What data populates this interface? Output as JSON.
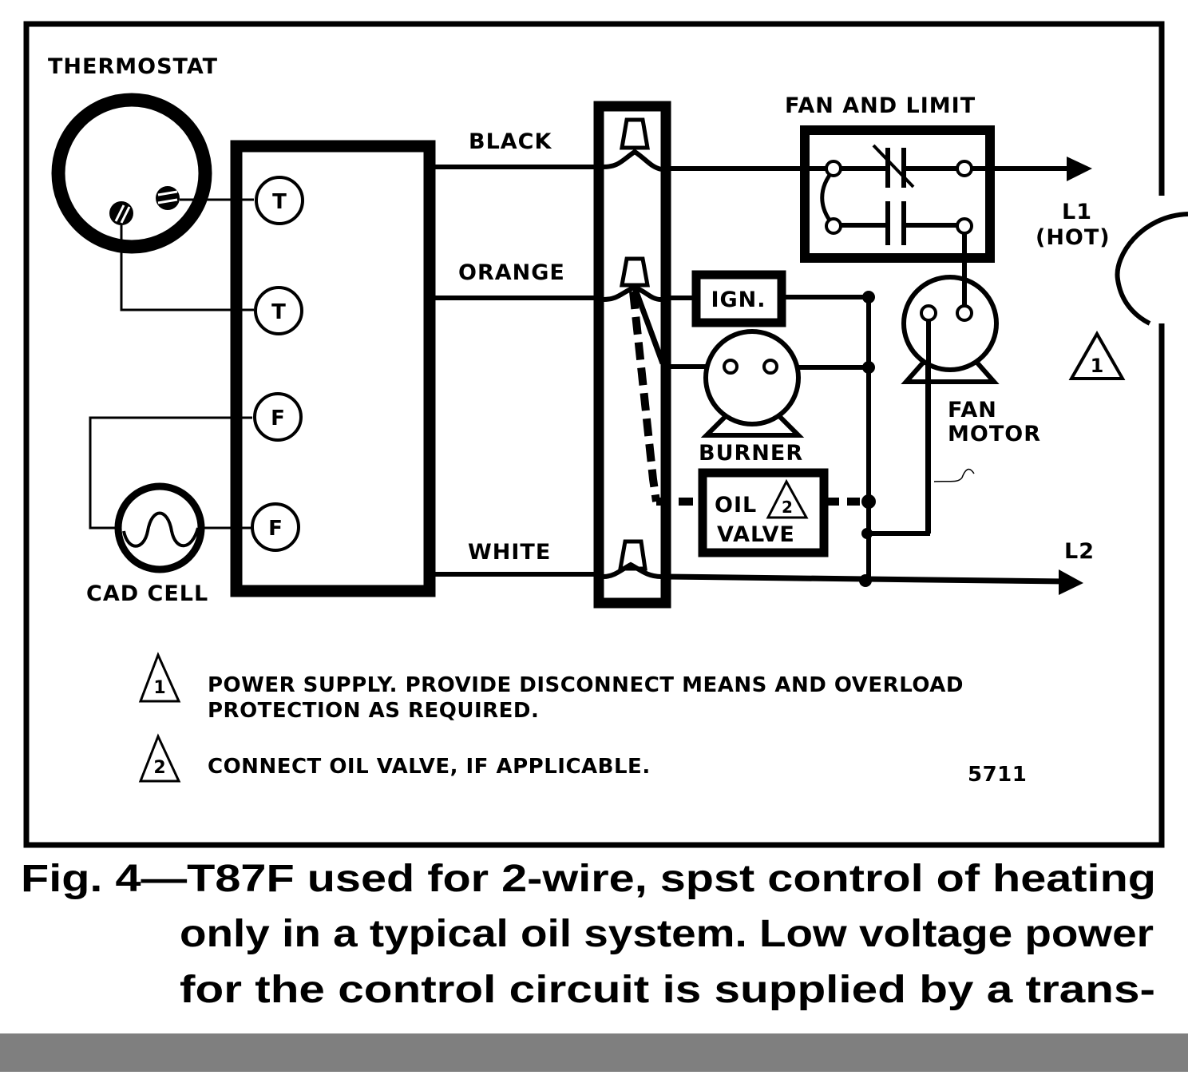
{
  "diagram": {
    "labels": {
      "thermostat": "THERMOSTAT",
      "cad_cell": "CAD CELL",
      "black": "BLACK",
      "orange": "ORANGE",
      "white": "WHITE",
      "fan_and_limit": "FAN AND LIMIT",
      "l1": "L1",
      "hot": "(HOT)",
      "l2": "L2",
      "ign": "IGN.",
      "burner": "BURNER",
      "oil": "OIL",
      "valve": "VALVE",
      "fan": "FAN",
      "motor": "MOTOR",
      "drawing_number": "5711"
    },
    "terminals": [
      "T",
      "T",
      "F",
      "F"
    ],
    "markers": {
      "power_supply": "1",
      "oil_valve": "2"
    },
    "notes": [
      {
        "marker": "1",
        "lines": [
          "POWER SUPPLY. PROVIDE DISCONNECT MEANS AND OVERLOAD",
          "PROTECTION AS REQUIRED."
        ]
      },
      {
        "marker": "2",
        "lines": [
          "CONNECT OIL VALVE, IF APPLICABLE."
        ]
      }
    ]
  },
  "caption": {
    "lines": [
      "Fig. 4—T87F  used  for  2-wire,  spst  control  of  heating",
      "only  in  a  typical  oil  system.  Low  voltage  power",
      "for  the  control  circuit  is  supplied  by  a  trans-"
    ]
  },
  "colors": {
    "ink": "#000000",
    "paper": "#ffffff",
    "footer": "#7f7f7f"
  }
}
